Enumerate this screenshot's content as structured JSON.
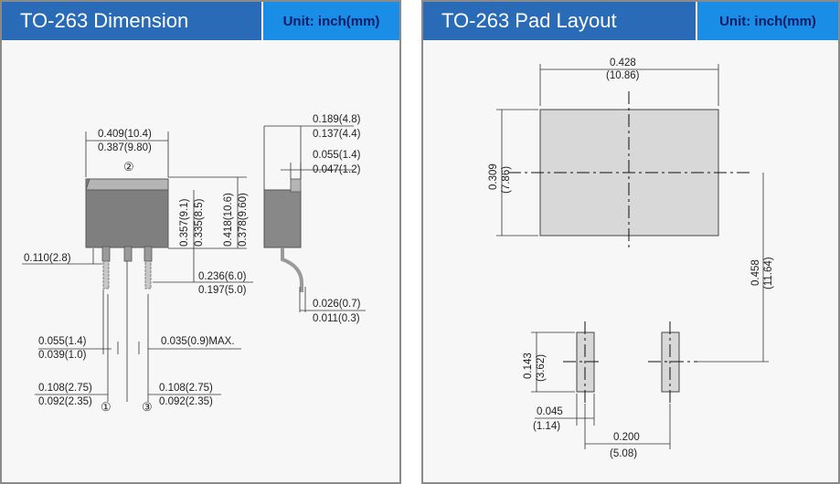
{
  "left": {
    "title": "TO-263 Dimension",
    "unit": "Unit: inch(mm)",
    "dims": {
      "width_max": "0.409(10.4)",
      "width_min": "0.387(9.80)",
      "pin2_marker": "②",
      "tab_max": "0.357(9.1)",
      "tab_min": "0.335(8.5)",
      "body_max": "0.418(10.6)",
      "body_min": "0.378(9.60)",
      "standoff": "0.110(2.8)",
      "lead_len_max": "0.236(6.0)",
      "lead_len_min": "0.197(5.0)",
      "lead_w_max": "0.055(1.4)",
      "lead_w_min": "0.039(1.0)",
      "lead_t": "0.035(0.9)MAX.",
      "pitch_left_max": "0.108(2.75)",
      "pitch_left_min": "0.092(2.35)",
      "pitch_right_max": "0.108(2.75)",
      "pitch_right_min": "0.092(2.35)",
      "pin1_marker": "①",
      "pin3_marker": "③",
      "thick_max": "0.189(4.8)",
      "thick_min": "0.137(4.4)",
      "tab_t_max": "0.055(1.4)",
      "tab_t_min": "0.047(1.2)",
      "lead_thk_max": "0.026(0.7)",
      "lead_thk_min": "0.011(0.3)"
    }
  },
  "right": {
    "title": "TO-263  Pad Layout",
    "unit": "Unit: inch(mm)",
    "dims": {
      "pad_w_in": "0.428",
      "pad_w_mm": "(10.86)",
      "pad_h_in": "0.309",
      "pad_h_mm": "(7.86)",
      "span_in": "0.458",
      "span_mm": "(11.64)",
      "small_h_in": "0.143",
      "small_h_mm": "(3.62)",
      "small_w_in": "0.045",
      "small_w_mm": "(1.14)",
      "pitch_in": "0.200",
      "pitch_mm": "(5.08)"
    }
  }
}
